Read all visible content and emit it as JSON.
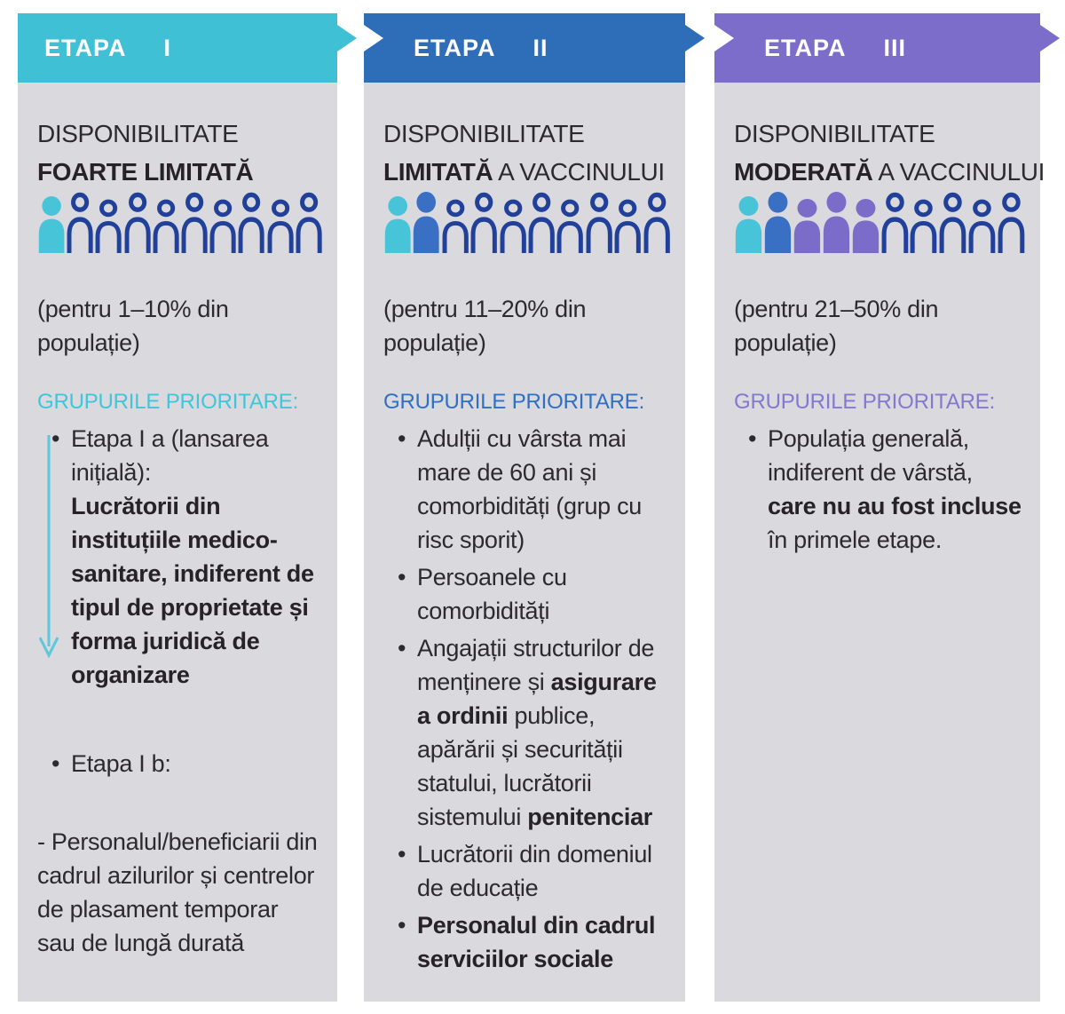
{
  "colors": {
    "panel_bg": "#d9d9de",
    "text": "#2d2a2e",
    "cyan": "#48c4d8",
    "blue": "#3a70c4",
    "purple": "#7a6cc8",
    "outline": "#21409a",
    "white": "#ffffff"
  },
  "columns": [
    {
      "accent": "#3fc0d5",
      "heading_color": "#3fc6da",
      "banner": {
        "label": "ETAPA",
        "numeral": "I"
      },
      "availability": [
        {
          "t": "DISPONIBILITATE",
          "b": 0
        },
        {
          "t": "FOARTE LIMITATĂ",
          "b": 1,
          "br": 1
        }
      ],
      "people": [
        "cyan",
        "outline",
        "outline",
        "outline",
        "outline",
        "outline",
        "outline",
        "outline",
        "outline",
        "outline"
      ],
      "population": "(pentru 1–10% din populație)",
      "groups_heading": "GRUPURILE PRIORITARE:",
      "bullets": [
        {
          "segments": [
            {
              "t": "Etapa I a (lansarea inițială):",
              "b": 0
            },
            {
              "t": "Lucrătorii din instituțiile medico-sanitare, indiferent de tipul de proprietate și forma juridică de organizare",
              "b": 1,
              "br": 1
            }
          ]
        },
        {
          "gap": true,
          "segments": [
            {
              "t": "Etapa I b:",
              "b": 0
            }
          ]
        }
      ],
      "note": "- Personalul/beneficiarii din cadrul azilurilor și centrelor de plasament temporar sau de lungă durată",
      "arrow_icon": "down-arrow"
    },
    {
      "accent": "#2e6db8",
      "heading_color": "#2e70c5",
      "banner": {
        "label": "ETAPA",
        "numeral": "II"
      },
      "availability": [
        {
          "t": "DISPONIBILITATE",
          "b": 0
        },
        {
          "t": "LIMITATĂ",
          "b": 1,
          "br": 1
        },
        {
          "t": " A VACCINULUI",
          "b": 0
        }
      ],
      "people": [
        "cyan",
        "blue",
        "outline",
        "outline",
        "outline",
        "outline",
        "outline",
        "outline",
        "outline",
        "outline"
      ],
      "population": "(pentru 11–20% din populație)",
      "groups_heading": "GRUPURILE PRIORITARE:",
      "bullets": [
        {
          "segments": [
            {
              "t": "Adulții cu vârsta mai mare de 60 ani și comorbidități (grup cu risc sporit)",
              "b": 0
            }
          ]
        },
        {
          "segments": [
            {
              "t": "Persoanele cu comorbidități",
              "b": 0
            }
          ]
        },
        {
          "segments": [
            {
              "t": "Angajații structurilor de menținere și ",
              "b": 0
            },
            {
              "t": "asigurare a ordinii",
              "b": 1
            },
            {
              "t": " publice, apărării și securității statului, lucrătorii sistemului ",
              "b": 0
            },
            {
              "t": "penitenciar",
              "b": 1
            }
          ]
        },
        {
          "segments": [
            {
              "t": "Lucrătorii din domeniul de educație",
              "b": 0
            }
          ]
        },
        {
          "segments": [
            {
              "t": "Personalul din cadrul serviciilor sociale",
              "b": 1
            }
          ]
        }
      ],
      "note": ""
    },
    {
      "accent": "#7b6dc9",
      "heading_color": "#8478d0",
      "banner": {
        "label": "ETAPA",
        "numeral": "III"
      },
      "availability": [
        {
          "t": "DISPONIBILITATE",
          "b": 0
        },
        {
          "t": "MODERATĂ",
          "b": 1,
          "br": 1
        },
        {
          "t": " A VACCINULUI",
          "b": 0
        }
      ],
      "people": [
        "cyan",
        "blue",
        "purple",
        "purple",
        "purple",
        "outline",
        "outline",
        "outline",
        "outline",
        "outline"
      ],
      "population": "(pentru 21–50% din populație)",
      "groups_heading": "GRUPURILE PRIORITARE:",
      "bullets": [
        {
          "segments": [
            {
              "t": "Populația generală, indiferent de vârstă, ",
              "b": 0
            },
            {
              "t": "care nu au fost incluse",
              "b": 1
            },
            {
              "t": " în primele etape.",
              "b": 0
            }
          ]
        }
      ],
      "note": ""
    }
  ]
}
